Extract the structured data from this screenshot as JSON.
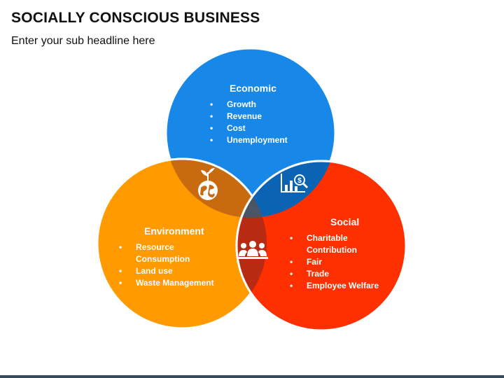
{
  "slide": {
    "title": "SOCIALLY CONSCIOUS BUSINESS",
    "subtitle": "Enter your sub headline here"
  },
  "colors": {
    "economic": "#1788e8",
    "environment": "#ff9a00",
    "social": "#ff3000",
    "overlap_econ_env": "#c86a10",
    "overlap_econ_soc": "#0b63b4",
    "overlap_env_soc": "#b82a12",
    "center": "#4b5563"
  },
  "economic": {
    "heading": "Economic",
    "items": [
      "Growth",
      "Revenue",
      "Cost",
      "Unemployment"
    ]
  },
  "environment": {
    "heading": "Environment",
    "items": [
      "Resource Consumption",
      "Land use",
      "Waste Management"
    ]
  },
  "social": {
    "heading": "Social",
    "items": [
      "Charitable Contribution",
      "Fair",
      "Trade",
      "Employee Welfare"
    ]
  },
  "icons": {
    "econ_env": "globe-sprout-icon",
    "econ_soc": "chart-magnifier-icon",
    "env_soc": "team-icon"
  }
}
